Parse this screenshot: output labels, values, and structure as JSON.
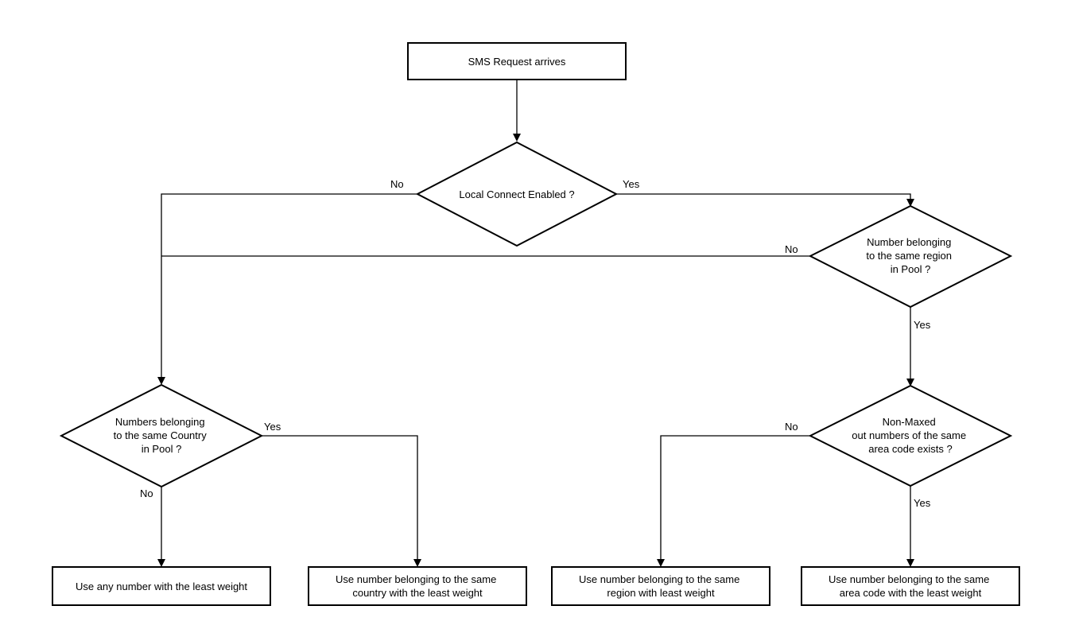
{
  "nodes": {
    "start": {
      "lines": [
        "SMS Request arrives"
      ]
    },
    "local_connect": {
      "lines": [
        "Local Connect Enabled ?"
      ]
    },
    "same_region": {
      "lines": [
        "Number belonging",
        "to the same region",
        "in Pool ?"
      ]
    },
    "same_country": {
      "lines": [
        "Numbers belonging",
        "to the same Country",
        "in Pool ?"
      ]
    },
    "non_maxed": {
      "lines": [
        "Non-Maxed",
        "out numbers of the same",
        "area code exists ?"
      ]
    },
    "any_number": {
      "lines": [
        "Use any number with the least weight"
      ]
    },
    "country_number": {
      "lines": [
        "Use number belonging to the same",
        "country with the least weight"
      ]
    },
    "region_number": {
      "lines": [
        "Use number belonging to the same",
        "region with least weight"
      ]
    },
    "area_number": {
      "lines": [
        "Use number belonging to the same",
        "area code with the least weight"
      ]
    }
  },
  "edge_labels": {
    "local_no": "No",
    "local_yes": "Yes",
    "region_no": "No",
    "region_yes": "Yes",
    "country_yes": "Yes",
    "country_no": "No",
    "nonmaxed_no": "No",
    "nonmaxed_yes": "Yes"
  }
}
